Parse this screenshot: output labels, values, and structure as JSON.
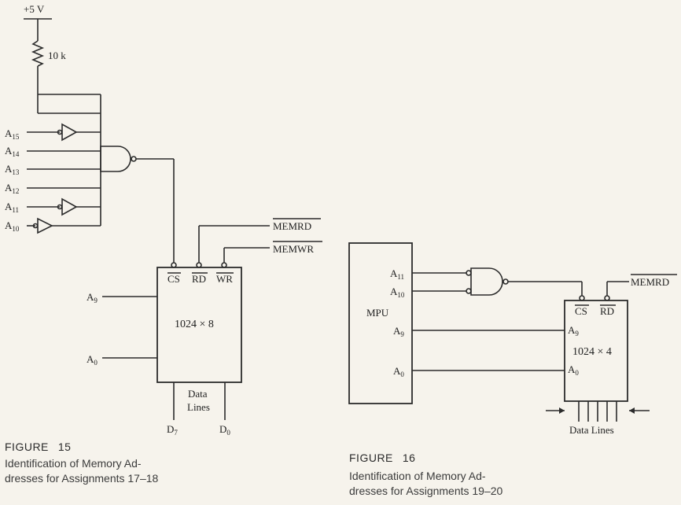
{
  "figure15": {
    "supply": "+5 V",
    "resistor": "10 k",
    "address_inputs": [
      {
        "base": "A",
        "sub": "15"
      },
      {
        "base": "A",
        "sub": "14"
      },
      {
        "base": "A",
        "sub": "13"
      },
      {
        "base": "A",
        "sub": "12"
      },
      {
        "base": "A",
        "sub": "11"
      },
      {
        "base": "A",
        "sub": "10"
      }
    ],
    "signal_memrd": "MEMRD",
    "signal_memwr": "MEMWR",
    "chip": {
      "pin_cs": "CS",
      "pin_rd": "RD",
      "pin_wr": "WR",
      "size": "1024 × 8",
      "addr_high": {
        "base": "A",
        "sub": "9"
      },
      "addr_low": {
        "base": "A",
        "sub": "0"
      },
      "data_label_1": "Data",
      "data_label_2": "Lines",
      "data_high": {
        "base": "D",
        "sub": "7"
      },
      "data_low": {
        "base": "D",
        "sub": "0"
      }
    },
    "caption_label": "FIGURE",
    "caption_number": "15",
    "caption_line1": "Identification of Memory Ad-",
    "caption_line2": "dresses for Assignments 17–18"
  },
  "figure16": {
    "mpu_label": "MPU",
    "mpu_pins": [
      {
        "base": "A",
        "sub": "11"
      },
      {
        "base": "A",
        "sub": "10"
      },
      {
        "base": "A",
        "sub": "9"
      },
      {
        "base": "A",
        "sub": "0"
      }
    ],
    "signal_memrd": "MEMRD",
    "chip": {
      "pin_cs": "CS",
      "pin_rd": "RD",
      "pin_a9": {
        "base": "A",
        "sub": "9"
      },
      "pin_a0": {
        "base": "A",
        "sub": "0"
      },
      "size": "1024 × 4",
      "data_lines": "Data Lines"
    },
    "caption_label": "FIGURE",
    "caption_number": "16",
    "caption_line1": "Identification of Memory Ad-",
    "caption_line2": "dresses for Assignments 19–20"
  }
}
